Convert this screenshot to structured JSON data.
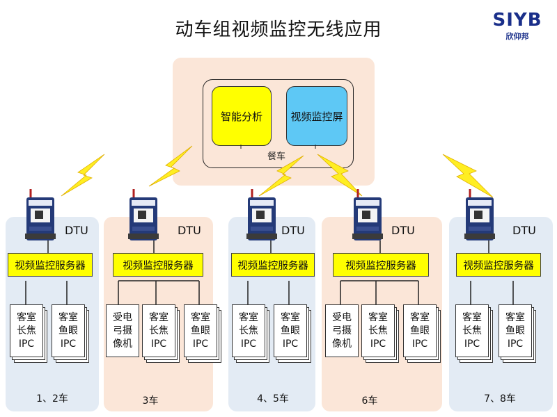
{
  "title": "动车组视频监控无线应用",
  "logo": {
    "word": "SIYB",
    "sub": "欣仰邦"
  },
  "dining_car": {
    "label": "餐车",
    "analysis_box": "智能分析",
    "monitor_box": "视频监控屏"
  },
  "dtu_label": "DTU",
  "server_label": "视频监控服务器",
  "cameras": {
    "long_focus": "客室\n长焦\nIPC",
    "fisheye": "客室\n鱼眼\nIPC",
    "pantograph": "受电\n弓摄\n像机"
  },
  "car_labels": [
    "1、2车",
    "3车",
    "4、5车",
    "6车",
    "7、8车"
  ],
  "colors": {
    "panel_blue": "#e3ebf4",
    "panel_peach": "#fbe6d8",
    "server_yellow": "#ffff00",
    "monitor_cyan": "#5ec8f5",
    "bolt_yellow": "#ffee22",
    "device_navy": "#243a78"
  },
  "icons": [
    "lightning-icon",
    "antenna-icon",
    "dtu-device-icon"
  ]
}
